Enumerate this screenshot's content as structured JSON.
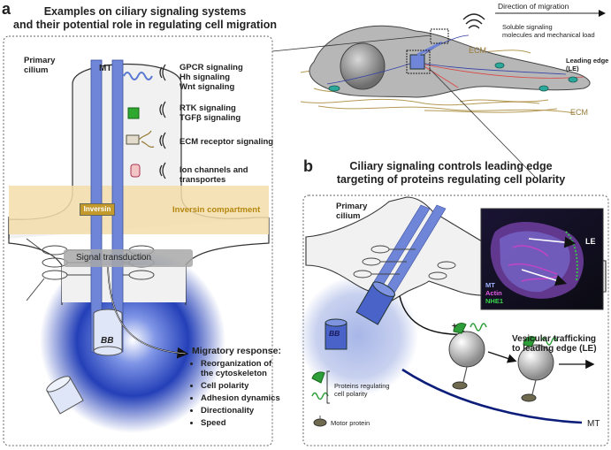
{
  "panel_a": {
    "letter": "a",
    "title_line1": "Examples on ciliary signaling systems",
    "title_line2": "and their potential role in regulating cell migration",
    "primary_cilium_line1": "Primary",
    "primary_cilium_line2": "cilium",
    "mt": "MT",
    "signals": [
      {
        "line1": "GPCR signaling",
        "line2": "Hh signaling",
        "line3": "Wnt signaling"
      },
      {
        "line1": "RTK signaling",
        "line2": "TGFβ signaling"
      },
      {
        "line1": "ECM receptor signaling"
      },
      {
        "line1": "Ion channels and",
        "line2": "transportes"
      }
    ],
    "inversin": "Inversin",
    "inversin_compartment": "Inversin compartment",
    "signal_transduction": "Signal transduction",
    "bb": "BB",
    "migratory_title": "Migratory response:",
    "migratory_items": [
      "Reorganization of the cytoskeleton",
      "Cell polarity",
      "Adhesion dynamics",
      "Directionality",
      "Speed"
    ]
  },
  "cell_diagram": {
    "direction": "Direction of migration",
    "soluble_line1": "Soluble signaling",
    "soluble_line2": "molecules and mechanical load",
    "ecm_top": "ECM",
    "ecm_bottom": "ECM",
    "leading_edge_line1": "Leading edge",
    "leading_edge_line2": "(LE)"
  },
  "panel_b": {
    "letter": "b",
    "title_line1": "Ciliary signaling controls leading edge",
    "title_line2": "targeting of proteins regulating cell polarity",
    "primary_cilium_line1": "Primary",
    "primary_cilium_line2": "cilium",
    "micro_le": "LE",
    "micro_mt": "MT",
    "micro_actin": "Actin",
    "micro_nhe1": "NHE1",
    "bb": "BB",
    "plus": "+",
    "vesicular_line1": "Vesicular trafficking",
    "vesicular_line2": "to leading edge (LE)",
    "proteins_line1": "Proteins regulating",
    "proteins_line2": "cell polarity",
    "motor_protein": "Motor protein",
    "mt": "MT"
  },
  "colors": {
    "cilium_blue": "#6f86d8",
    "bb_glow": "#1e3ab0",
    "inversin_band": "#f3deaa",
    "green_protein": "#2e9e3a",
    "ecm": "#b59a55",
    "track": "#0c1d7a"
  }
}
